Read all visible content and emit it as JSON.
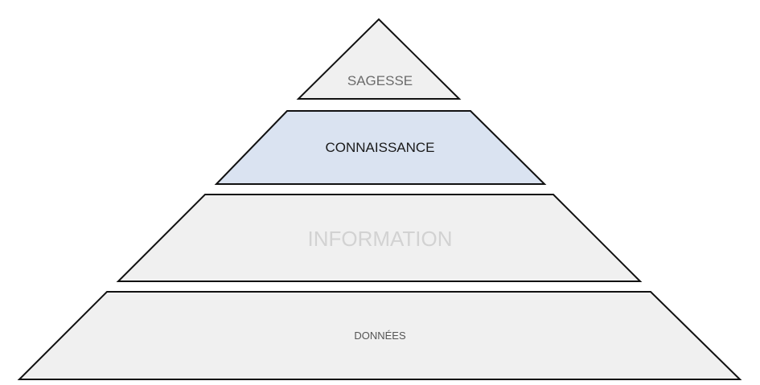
{
  "levels": {
    "sagesse": {
      "label": "SAGESSE",
      "fill": "#f0f0f0",
      "text_color": "#6b6b6b"
    },
    "connaissance": {
      "label": "CONNAISSANCE",
      "fill": "#dae3f1",
      "text_color": "#1a1a1a"
    },
    "information": {
      "label": "INFORMATION",
      "fill": "#f0f0f0",
      "text_color": "#d2d2d2"
    },
    "donnees": {
      "label": "DONNÉES",
      "fill": "#f0f0f0",
      "text_color": "#555555"
    }
  }
}
